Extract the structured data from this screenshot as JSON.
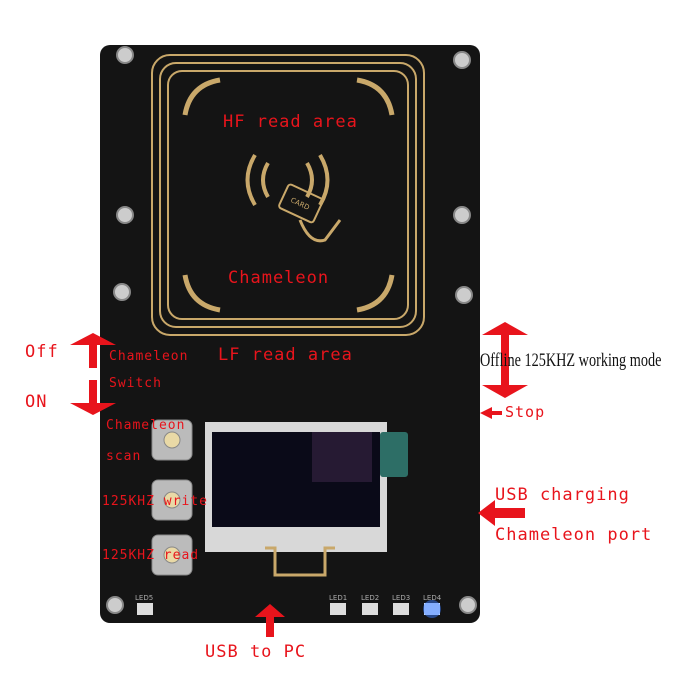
{
  "labels": {
    "hf_read_area": "HF read area",
    "chameleon": "Chameleon",
    "lf_read_area": "LF read area",
    "off": "Off",
    "on": "ON",
    "chameleon_switch_line1": "Chameleon",
    "chameleon_switch_line2": "Switch",
    "chameleon_scan_line1": "Chameleon",
    "chameleon_scan_line2": "scan",
    "write_125khz": "125KHZ write",
    "read_125khz": "125KHZ read",
    "offline_mode": "Offline 125KHZ working mode",
    "stop": "Stop",
    "usb_charging": "USB charging",
    "chameleon_port": "Chameleon port",
    "usb_to_pc": "USB to PC",
    "card": "CARD"
  },
  "leds": [
    "LED5",
    "LED1",
    "LED2",
    "LED3",
    "LED4"
  ],
  "colors": {
    "label": "#e8141c",
    "board": "#141414",
    "coil": "#c9a86a",
    "led_active": "#3a7bff"
  }
}
